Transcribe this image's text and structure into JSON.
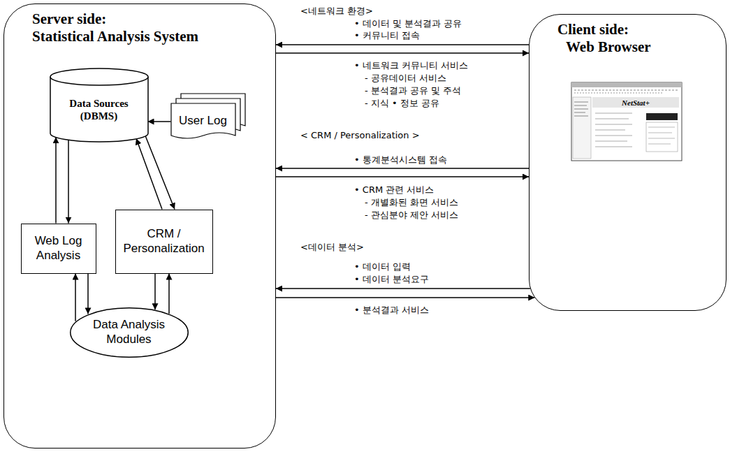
{
  "diagram": {
    "nodes": [
      {
        "text": [
          "Server side:",
          "Statistical Analysis System"
        ]
      },
      {
        "text": [
          "Data Sources (DBMS)"
        ],
        "in": 0
      },
      {
        "text": [
          "User Log"
        ],
        "in": 0
      },
      {
        "text": [
          "Web Log Analysis"
        ],
        "in": 0
      },
      {
        "text": [
          "CRM / Personalization"
        ],
        "in": 0
      },
      {
        "text": [
          "Data Analysis Modules"
        ],
        "in": 0
      },
      {
        "text": [
          "Client side:",
          "Web Browser"
        ]
      }
    ],
    "edges": [
      {
        "from": 2,
        "to": 1,
        "arrow": "to"
      },
      {
        "from": 3,
        "to": 1,
        "arrow": "to"
      },
      {
        "from": 1,
        "to": 3,
        "arrow": "to"
      },
      {
        "from": 4,
        "to": 1,
        "arrow": "to"
      },
      {
        "from": 1,
        "to": 4,
        "arrow": "to"
      },
      {
        "from": 5,
        "to": 3,
        "arrow": "to"
      },
      {
        "from": 3,
        "to": 5,
        "arrow": "to"
      },
      {
        "from": 4,
        "to": 5,
        "arrow": "to"
      },
      {
        "from": 5,
        "to": 4,
        "arrow": "to"
      },
      {
        "from": 6,
        "to": 0,
        "arrow": "to"
      },
      {
        "from": 0,
        "to": 6,
        "arrow": "to"
      },
      {
        "from": 6,
        "to": 0,
        "arrow": "to"
      },
      {
        "from": 0,
        "to": 6,
        "arrow": "to"
      },
      {
        "from": 6,
        "to": 0,
        "arrow": "to"
      },
      {
        "from": 0,
        "to": 6,
        "arrow": "to"
      }
    ],
    "labels": [
      "<네트워크 환경>",
      "• 데이터 및 분석결과 공유",
      "• 커뮤니티 접속",
      "• 네트워크 커뮤니티 서비스",
      "- 공유데이터 서비스",
      "- 분석결과 공유 및 주석",
      "- 지식 • 정보 공유",
      "< CRM / Personalization >",
      "• 통계분석시스템 접속",
      "• CRM 관련 서비스",
      "- 개별화된 화면 서비스",
      "- 관심분야 제안 서비스",
      "<데이터 분석>",
      "• 데이터 입력",
      "• 데이터 분석요구",
      "• 분석결과 서비스",
      "NetStat+"
    ]
  }
}
